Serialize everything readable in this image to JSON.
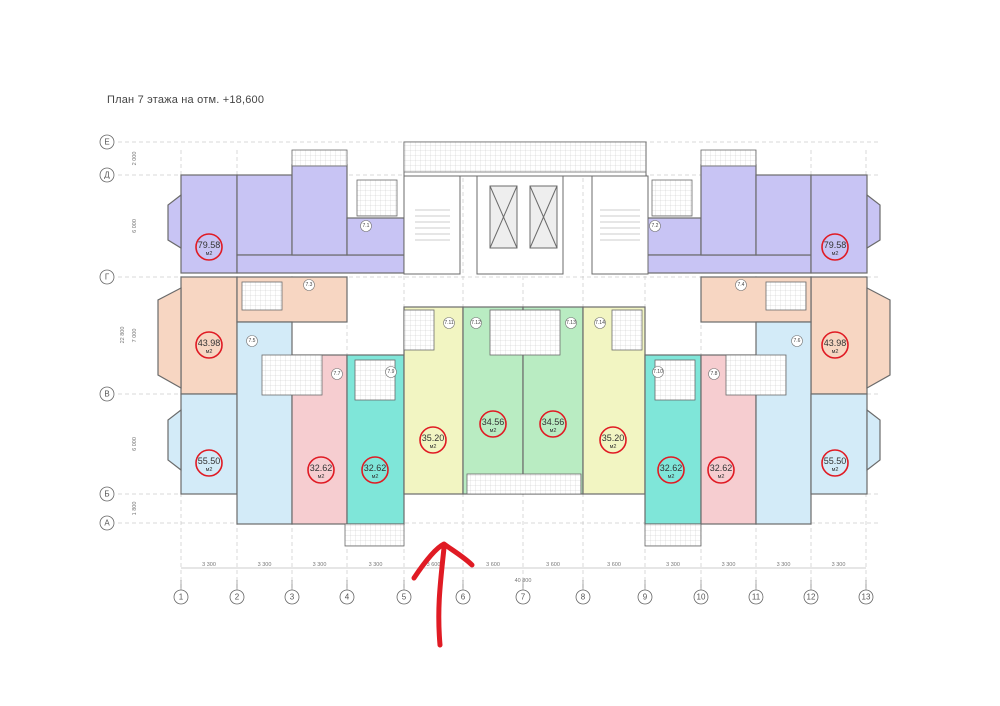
{
  "title": "План 7 этажа на отм. +18,600",
  "colors": {
    "violet": "#c8c4f4",
    "orange": "#f7d6c2",
    "blue": "#d3ebf8",
    "pink": "#f6cdd0",
    "teal": "#7fe6d9",
    "yellow": "#f2f5c2",
    "green": "#b9ecc2",
    "annotation": "#e01b24"
  },
  "axes_columns": [
    "1",
    "2",
    "3",
    "4",
    "5",
    "6",
    "7",
    "8",
    "9",
    "10",
    "11",
    "12",
    "13"
  ],
  "axes_rows": [
    "Е",
    "Д",
    "Г",
    "В",
    "Б",
    "А"
  ],
  "bay_dims": [
    "3 300",
    "3 300",
    "3 300",
    "3 300",
    "3 600",
    "3 600",
    "3 600",
    "3 600",
    "3 300",
    "3 300",
    "3 300",
    "3 300"
  ],
  "overall_dim": "40 800",
  "row_dims": [
    "2 000",
    "6 000",
    "7 000",
    "6 000",
    "1 800"
  ],
  "row_total_dim": "22 800",
  "apartments": [
    {
      "area": "79.58",
      "unit": "м2"
    },
    {
      "area": "43.98",
      "unit": "м2"
    },
    {
      "area": "55.50",
      "unit": "м2"
    },
    {
      "area": "32.62",
      "unit": "м2"
    },
    {
      "area": "32.62",
      "unit": "м2"
    },
    {
      "area": "35.20",
      "unit": "м2"
    },
    {
      "area": "34.56",
      "unit": "м2"
    },
    {
      "area": "34.56",
      "unit": "м2"
    },
    {
      "area": "35.20",
      "unit": "м2"
    },
    {
      "area": "32.62",
      "unit": "м2"
    },
    {
      "area": "32.62",
      "unit": "м2"
    },
    {
      "area": "55.50",
      "unit": "м2"
    },
    {
      "area": "43.98",
      "unit": "м2"
    },
    {
      "area": "79.58",
      "unit": "м2"
    }
  ],
  "tags": [
    "7.1",
    "7.2",
    "7.3",
    "7.4",
    "7.5",
    "7.6",
    "7.7",
    "7.8",
    "7.9",
    "7.10",
    "7.11",
    "7.12",
    "7.13",
    "7.14"
  ]
}
